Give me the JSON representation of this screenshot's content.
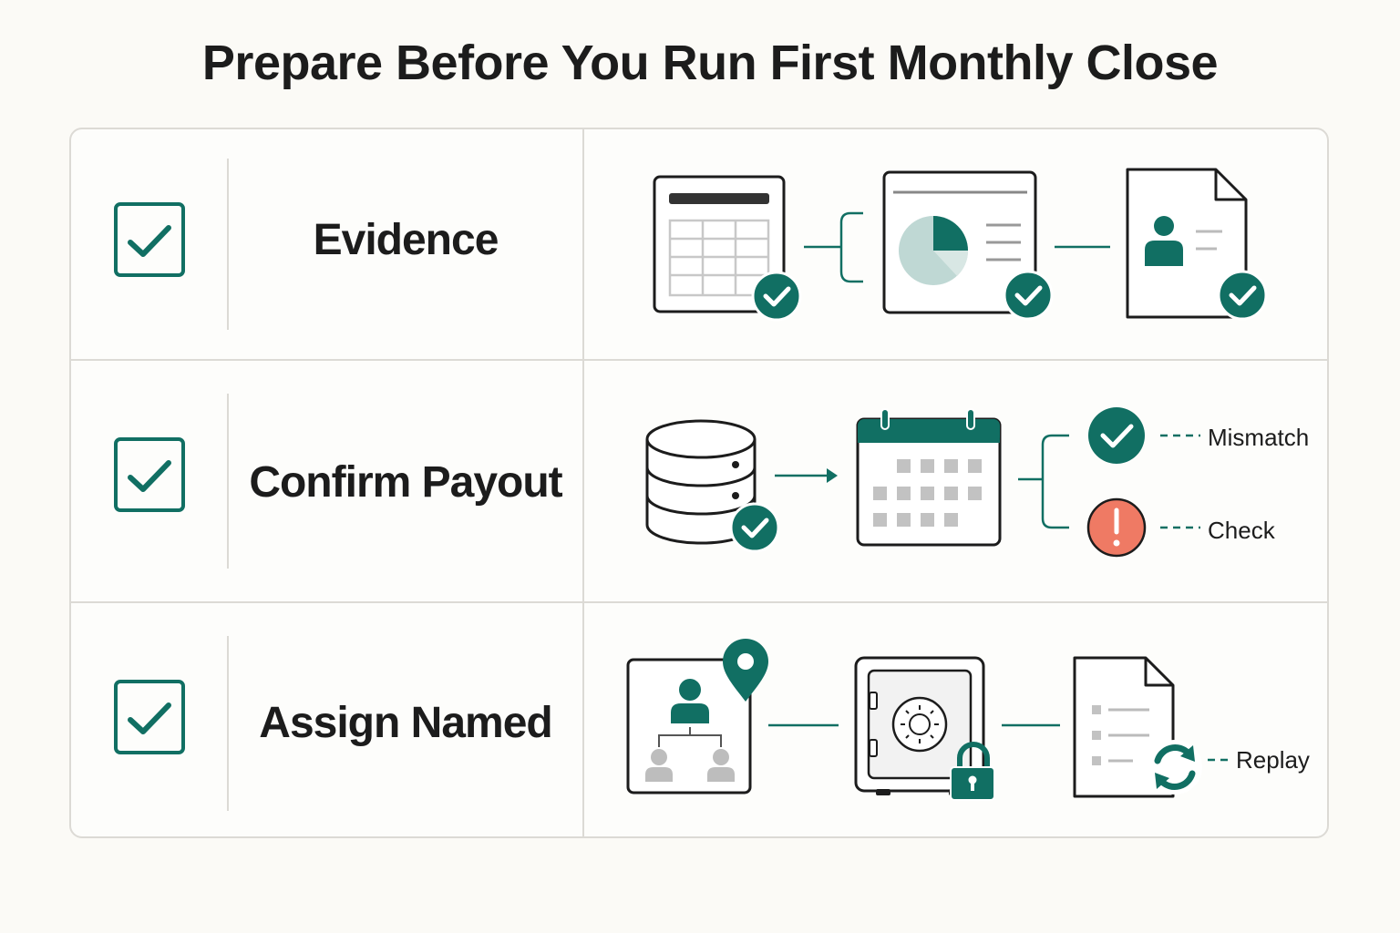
{
  "title": "Prepare Before You Run First Monthly Close",
  "colors": {
    "accent": "#116f63",
    "accent_light": "#bfd8d4",
    "alert": "#ef7a64",
    "ink": "#1c1c1c",
    "gray": "#b8b8b8"
  },
  "rows": [
    {
      "label": "Evidence",
      "checked": true,
      "icons": [
        "spreadsheet-icon",
        "report-chart-icon",
        "profile-document-icon"
      ]
    },
    {
      "label": "Confirm Payout",
      "checked": true,
      "icons": [
        "database-icon",
        "calendar-icon",
        "status-ok-icon",
        "status-alert-icon"
      ],
      "branches": [
        {
          "label": "Mismatch",
          "status": "ok"
        },
        {
          "label": "Check",
          "status": "alert"
        }
      ]
    },
    {
      "label": "Assign Named",
      "checked": true,
      "icons": [
        "org-chart-icon",
        "location-pin-icon",
        "safe-icon",
        "padlock-icon",
        "list-document-icon",
        "refresh-icon"
      ],
      "annotation": "Replay"
    }
  ]
}
